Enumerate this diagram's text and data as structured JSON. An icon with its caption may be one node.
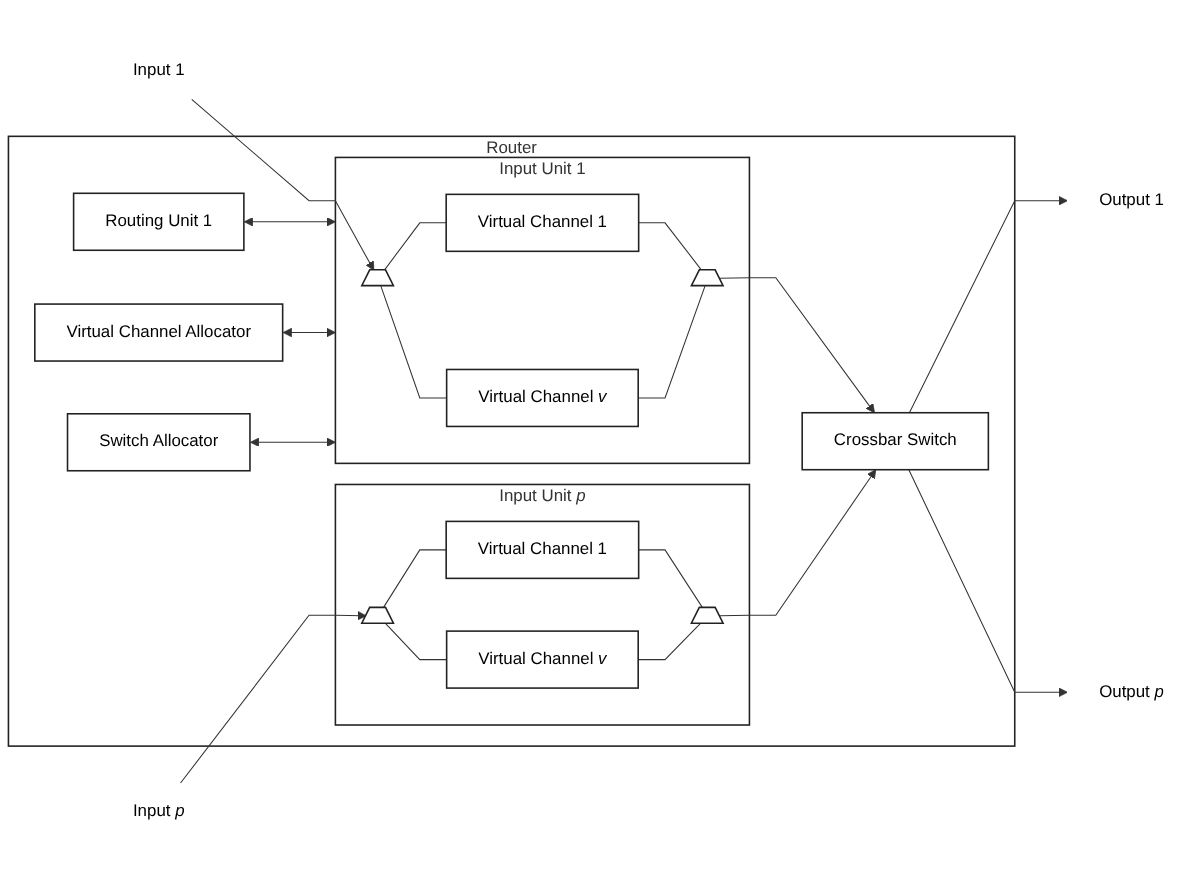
{
  "diagram": {
    "nodes": [
      {
        "text": [
          "Router"
        ]
      },
      {
        "text": [
          "Routing Unit 1"
        ],
        "in": 0
      },
      {
        "text": [
          "Virtual Channel Allocator"
        ],
        "in": 0
      },
      {
        "text": [
          "Switch Allocator"
        ],
        "in": 0
      },
      {
        "text": [
          "Input Unit 1"
        ],
        "in": 0
      },
      {
        "text": [],
        "shape": "trapezoid",
        "in": 4
      },
      {
        "text": [
          "Virtual Channel 1"
        ],
        "in": 4
      },
      {
        "text": [
          "Virtual Channel *v*"
        ],
        "in": 4
      },
      {
        "text": [],
        "shape": "trapezoid",
        "in": 4
      },
      {
        "text": [
          "Crossbar Switch"
        ],
        "in": 0
      },
      {
        "text": [
          "Input Unit *p*"
        ],
        "in": 0
      },
      {
        "text": [],
        "shape": "trapezoid",
        "in": 10
      },
      {
        "text": [
          "Virtual Channel 1"
        ],
        "in": 10
      },
      {
        "text": [
          "Virtual Channel *v*"
        ],
        "in": 10
      },
      {
        "text": [],
        "shape": "trapezoid",
        "in": 10
      },
      {
        "text": [
          "Input 1"
        ]
      },
      {
        "text": [
          "Output 1"
        ]
      },
      {
        "text": [
          "Input *p*"
        ]
      },
      {
        "text": [
          "Output *p*"
        ]
      }
    ],
    "edges": [
      {
        "from": 15,
        "to": 5,
        "arrow": "to"
      },
      {
        "from": 5,
        "to": 6,
        "arrow": "none"
      },
      {
        "from": 5,
        "to": 7,
        "arrow": "none"
      },
      {
        "from": 6,
        "to": 8,
        "arrow": "none"
      },
      {
        "from": 7,
        "to": 8,
        "arrow": "none"
      },
      {
        "from": 8,
        "to": 9,
        "arrow": "to"
      },
      {
        "from": 9,
        "to": 16,
        "arrow": "to"
      },
      {
        "from": 1,
        "to": 4,
        "arrow": "both"
      },
      {
        "from": 4,
        "to": 2,
        "arrow": "both"
      },
      {
        "from": 4,
        "to": 3,
        "arrow": "both"
      },
      {
        "from": 17,
        "to": 11,
        "arrow": "to"
      },
      {
        "from": 11,
        "to": 12,
        "arrow": "none"
      },
      {
        "from": 11,
        "to": 13,
        "arrow": "none"
      },
      {
        "from": 12,
        "to": 14,
        "arrow": "none"
      },
      {
        "from": 13,
        "to": 14,
        "arrow": "none"
      },
      {
        "from": 14,
        "to": 9,
        "arrow": "to"
      },
      {
        "from": 9,
        "to": 18,
        "arrow": "to"
      }
    ]
  }
}
